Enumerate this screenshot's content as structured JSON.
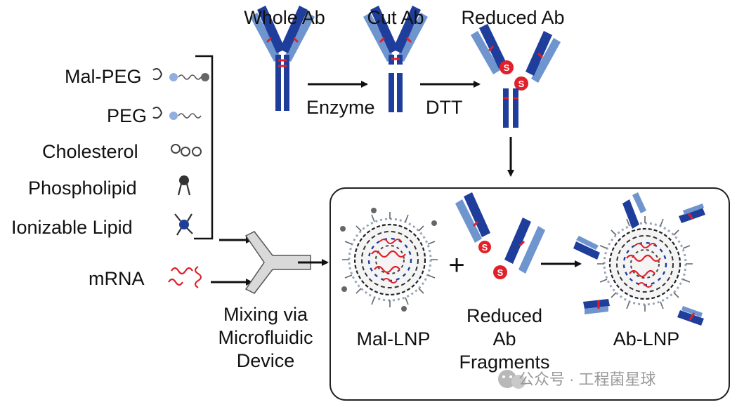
{
  "steps": {
    "whole_ab": "Whole Ab",
    "cut_ab": "Cut Ab",
    "reduced_ab": "Reduced Ab",
    "enzyme": "Enzyme",
    "dtt": "DTT"
  },
  "components": {
    "mal_peg": "Mal-PEG",
    "peg": "PEG",
    "cholesterol": "Cholesterol",
    "phospholipid": "Phospholipid",
    "ionizable_lipid": "Ionizable Lipid",
    "mrna": "mRNA"
  },
  "mixing": [
    "Mixing via",
    "Microfluidic",
    "Device"
  ],
  "products": {
    "mal_lnp": "Mal-LNP",
    "plus": "+",
    "reduced_fragments": [
      "Reduced",
      "Ab",
      "Fragments"
    ],
    "ab_lnp": "Ab-LNP"
  },
  "watermark": "公众号 · 工程菌星球",
  "colors": {
    "antibody_dark": "#1f3e9c",
    "antibody_light": "#6f95cf",
    "disulfide_red": "#e0202a",
    "arrow": "#111111"
  }
}
